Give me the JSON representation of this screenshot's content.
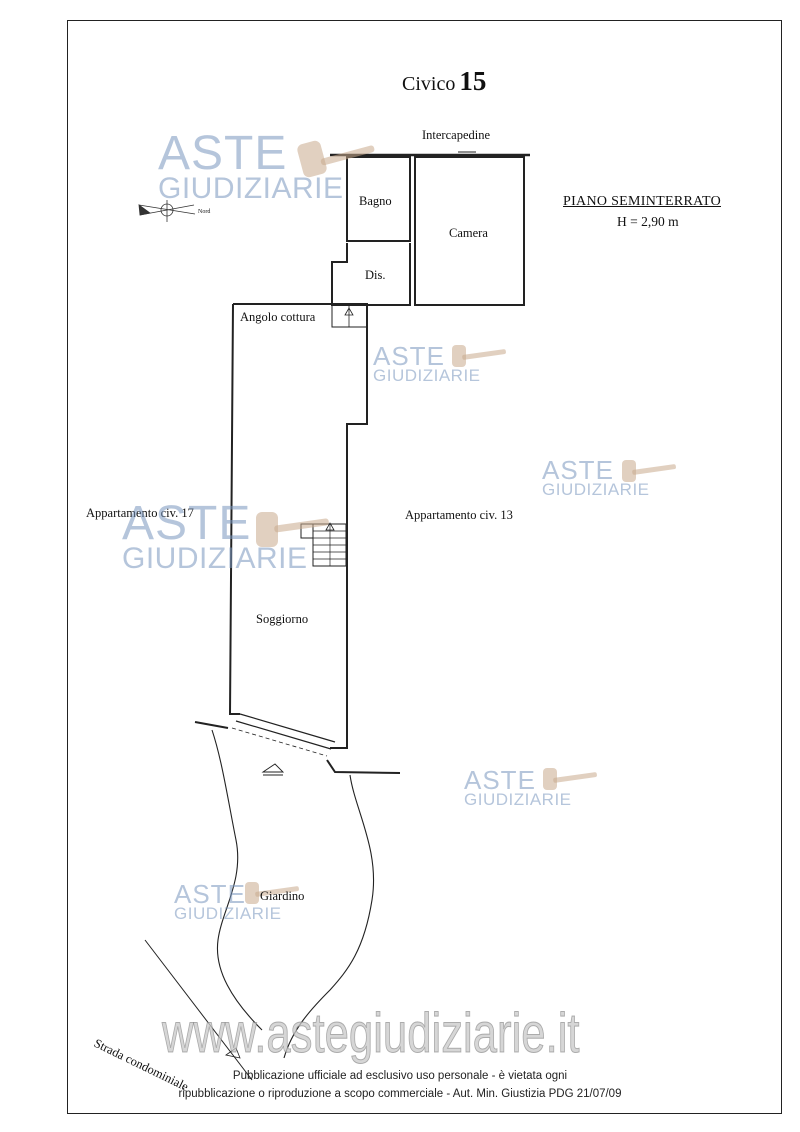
{
  "title": {
    "prefix": "Civico",
    "number": "15"
  },
  "floor": {
    "name": "PIANO SEMINTERRATO",
    "height": "H = 2,90 m"
  },
  "rooms": {
    "intercapedine": "Intercapedine",
    "bagno": "Bagno",
    "camera": "Camera",
    "dis": "Dis.",
    "angolo_cottura": "Angolo cottura",
    "soggiorno": "Soggiorno",
    "giardino": "Giardino"
  },
  "neighbors": {
    "left": "Appartamento civ. 17",
    "right": "Appartamento civ. 13"
  },
  "road": "Strada condominiale",
  "compass": {
    "label": "Nord",
    "icon": "north-arrow-icon"
  },
  "watermark": {
    "line1": "ASTE",
    "line2": "GIUDIZIARIE",
    "icon": "gavel-icon",
    "color": "#7896be"
  },
  "site_watermark": "www.astegiudiziarie.it",
  "notice": {
    "line1": "Pubblicazione ufficiale ad esclusivo uso personale - è vietata ogni",
    "line2": "ripubblicazione o riproduzione a scopo commerciale - Aut. Min. Giustizia PDG 21/07/09"
  }
}
